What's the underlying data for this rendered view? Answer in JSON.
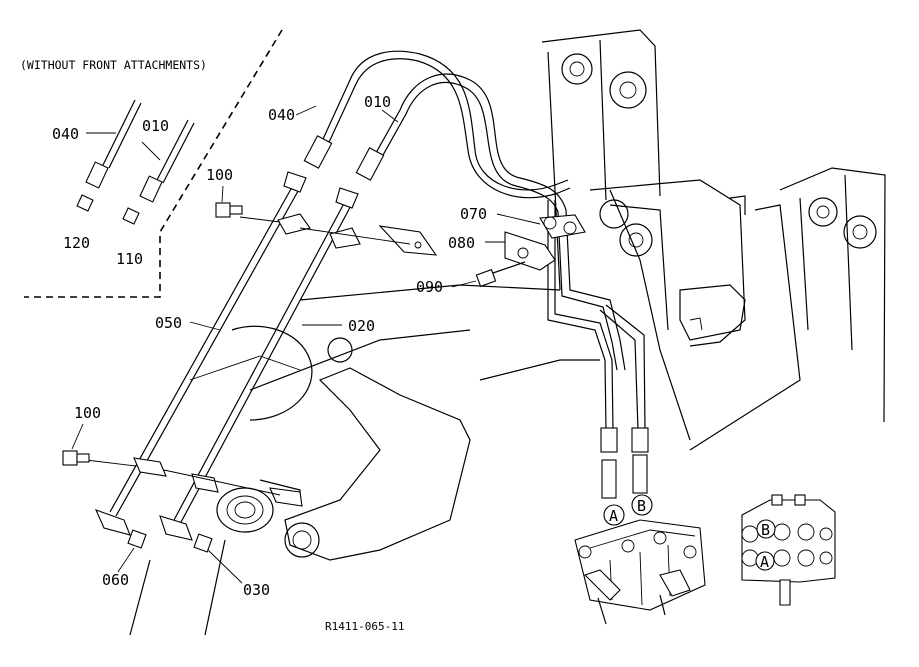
{
  "note": "(WITHOUT FRONT ATTACHMENTS)",
  "ref_code": "R1411-065-11",
  "part_labels": {
    "p040_inset": "040",
    "p010_inset": "010",
    "p120": "120",
    "p110": "110",
    "p100_top": "100",
    "p040_main": "040",
    "p010_main": "010",
    "p070": "070",
    "p080": "080",
    "p090": "090",
    "p050": "050",
    "p020": "020",
    "p100_bottom": "100",
    "p060": "060",
    "p030": "030"
  },
  "port_labels": {
    "a_valve": "A",
    "b_valve": "B",
    "b_panel": "B",
    "a_panel": "A"
  }
}
